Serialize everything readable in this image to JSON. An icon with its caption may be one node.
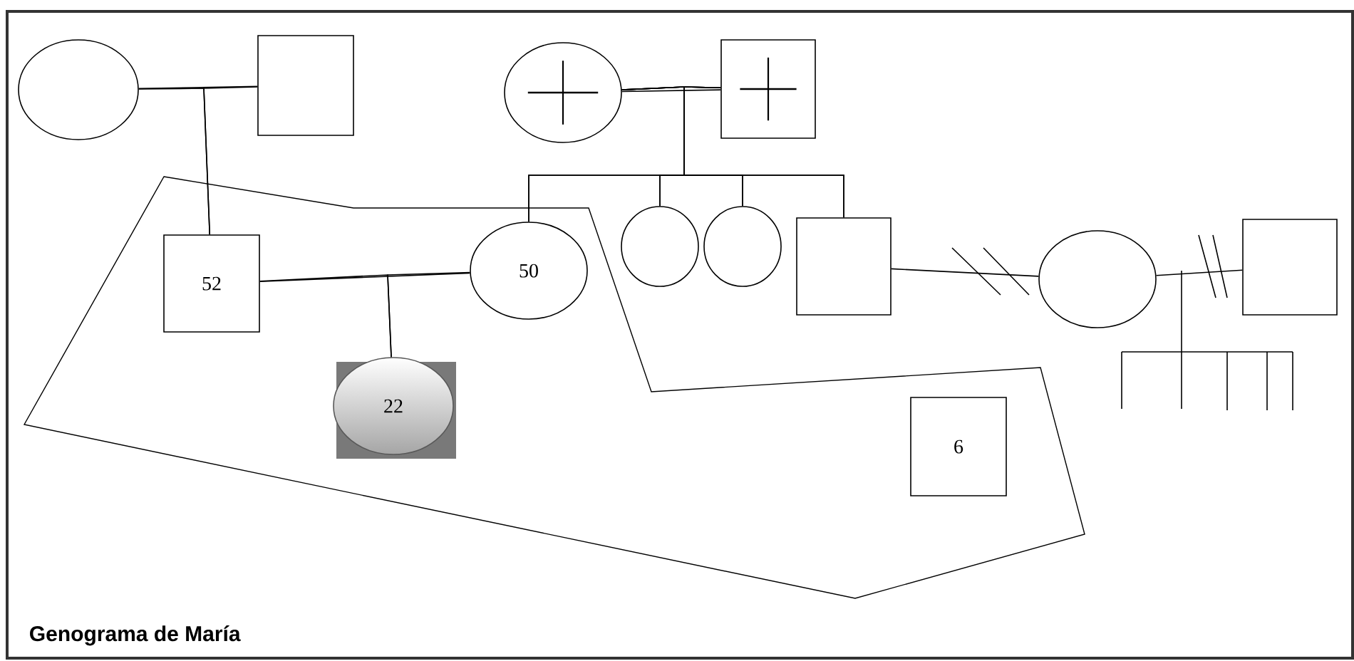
{
  "diagram": {
    "title": "Genograma de María",
    "nodes": [
      {
        "text": [],
        "shape": "circle"
      },
      {
        "text": [],
        "shape": "box"
      },
      {
        "text": [],
        "shape": "circle"
      },
      {
        "text": [],
        "shape": "box"
      },
      {
        "text": [
          "52"
        ]
      },
      {
        "text": [
          "50"
        ]
      },
      {
        "text": [
          "22"
        ]
      },
      {
        "text": [],
        "shape": "circle"
      },
      {
        "text": [],
        "shape": "circle"
      },
      {
        "text": [],
        "shape": "box"
      },
      {
        "text": [],
        "shape": "circle"
      },
      {
        "text": [],
        "shape": "box"
      },
      {
        "text": [
          "6"
        ]
      }
    ],
    "edges": [
      {
        "from": 0,
        "to": 1,
        "arrow": "none"
      },
      {
        "from": 2,
        "to": 3,
        "arrow": "none"
      },
      {
        "from": 4,
        "to": 5,
        "arrow": "none"
      },
      {
        "from": 9,
        "to": 10,
        "arrow": "none"
      },
      {
        "from": 10,
        "to": 11,
        "arrow": "none"
      },
      {
        "from": 0,
        "to": 4,
        "arrow": "none"
      },
      {
        "from": 1,
        "to": 4,
        "arrow": "none"
      },
      {
        "from": 4,
        "to": 6,
        "arrow": "none"
      },
      {
        "from": 5,
        "to": 6,
        "arrow": "none"
      },
      {
        "from": 2,
        "to": 5,
        "arrow": "none"
      },
      {
        "from": 3,
        "to": 5,
        "arrow": "none"
      },
      {
        "from": 2,
        "to": 7,
        "arrow": "none"
      },
      {
        "from": 3,
        "to": 7,
        "arrow": "none"
      },
      {
        "from": 2,
        "to": 8,
        "arrow": "none"
      },
      {
        "from": 3,
        "to": 8,
        "arrow": "none"
      },
      {
        "from": 2,
        "to": 9,
        "arrow": "none"
      },
      {
        "from": 3,
        "to": 9,
        "arrow": "none"
      }
    ]
  }
}
